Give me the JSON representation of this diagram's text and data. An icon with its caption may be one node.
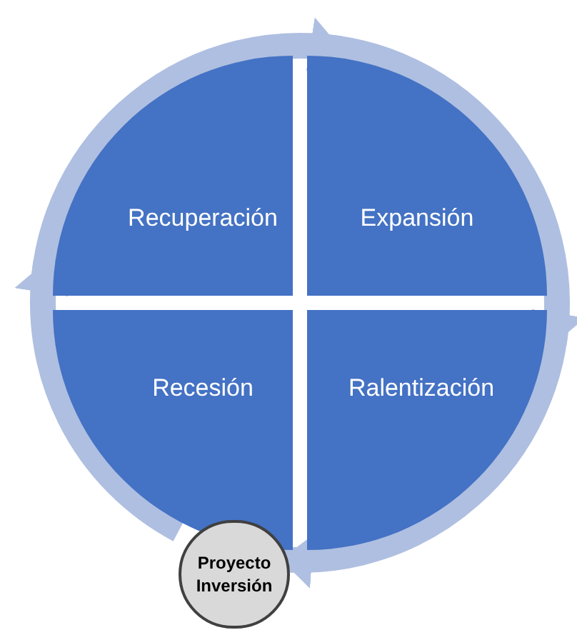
{
  "diagram": {
    "nodes": [
      {
        "text": [
          "Recuperación"
        ]
      },
      {
        "text": [
          "Expansión"
        ]
      },
      {
        "text": [
          "Recesión"
        ]
      },
      {
        "text": [
          "Ralentización"
        ]
      },
      {
        "text": [
          "Proyecto Inversión"
        ]
      }
    ],
    "edges": [
      {
        "from": 0,
        "to": 1,
        "arrow": "to"
      },
      {
        "from": 1,
        "to": 3,
        "arrow": "to"
      },
      {
        "from": 3,
        "to": 4,
        "arrow": "to"
      },
      {
        "from": 4,
        "to": 0,
        "arrow": "to"
      }
    ]
  }
}
